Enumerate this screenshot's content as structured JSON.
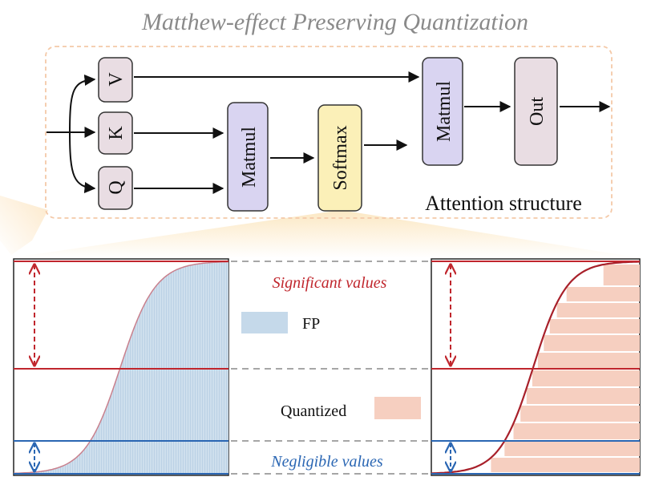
{
  "title": "Matthew-effect Preserving Quantization",
  "structure_caption": "Attention structure",
  "blocks": {
    "v": "V",
    "k": "K",
    "q": "Q",
    "matmul_1": "Matmul",
    "softmax": "Softmax",
    "matmul_2": "Matmul",
    "out": "Out"
  },
  "annotations": {
    "significant": "Significant values",
    "negligible": "Negligible values"
  },
  "legend": {
    "fp": "FP",
    "quantized": "Quantized"
  },
  "colors": {
    "title": "#8a8a8a",
    "qkv_fill": "#e9dde3",
    "matmul_fill": "#d9d4f1",
    "softmax_fill": "#fbf0b8",
    "significant": "#c0262d",
    "negligible": "#2a66b3",
    "fp_fill": "#c5d9ea",
    "quantized_fill": "#f6cfc0",
    "dashed_border": "#f4c9a8"
  }
}
